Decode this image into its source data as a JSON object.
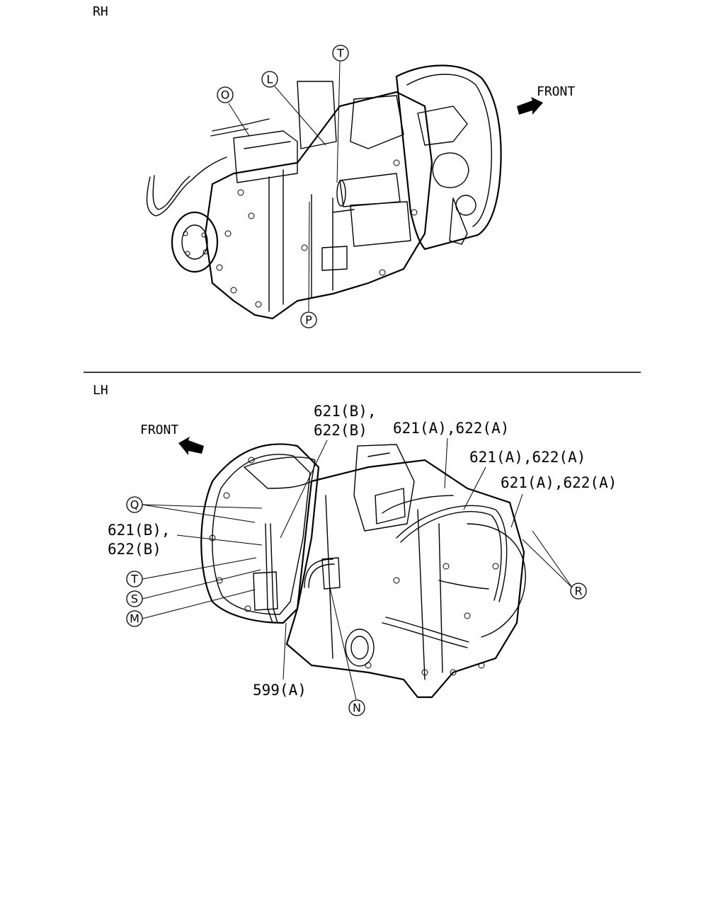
{
  "rh": {
    "view_label": "RH",
    "front_label": "FRONT",
    "callouts": {
      "o": "O",
      "l": "L",
      "t": "T",
      "p": "P"
    }
  },
  "lh": {
    "view_label": "LH",
    "front_label": "FRONT",
    "callouts": {
      "q": "Q",
      "t": "T",
      "s": "S",
      "m": "M",
      "n": "N",
      "r": "R"
    },
    "part_labels": {
      "pb_top_1": "621(B),",
      "pb_top_2": "622(B)",
      "pa_1": "621(A),622(A)",
      "pa_2": "621(A),622(A)",
      "pa_3": "621(A),622(A)",
      "pb_left_1": "621(B),",
      "pb_left_2": "622(B)",
      "p599": "599(A)"
    }
  }
}
